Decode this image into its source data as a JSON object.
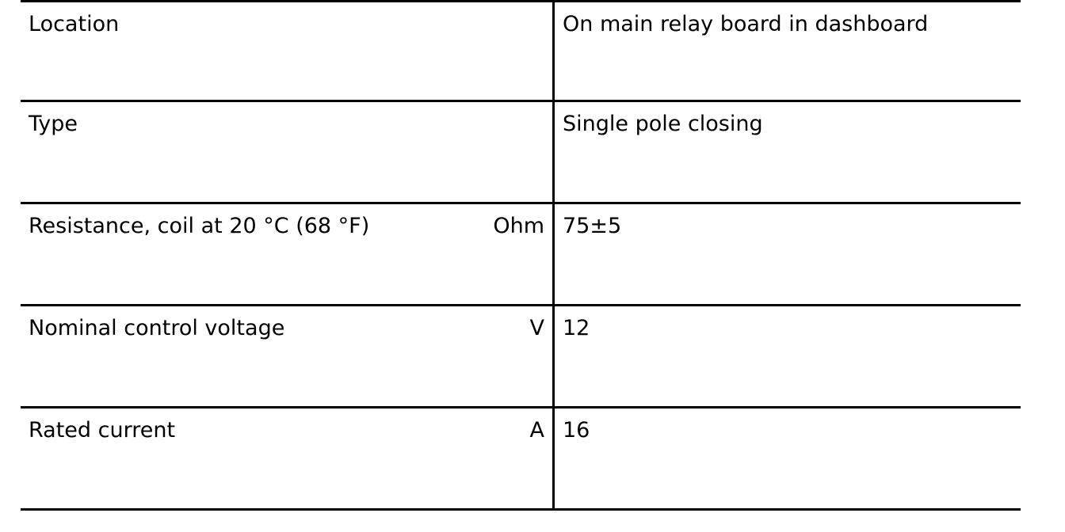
{
  "table": {
    "rows": [
      {
        "label": "Location",
        "unit": "",
        "value": "On main relay board in dashboard"
      },
      {
        "label": "Type",
        "unit": "",
        "value": "Single pole closing"
      },
      {
        "label": "Resistance, coil at 20 °C (68 °F)",
        "unit": "Ohm",
        "value": "75±5"
      },
      {
        "label": "Nominal control voltage",
        "unit": "V",
        "value": "12"
      },
      {
        "label": "Rated current",
        "unit": "A",
        "value": "16"
      }
    ]
  },
  "colors": {
    "rule": "#000000",
    "text": "#000000",
    "background": "#ffffff"
  }
}
